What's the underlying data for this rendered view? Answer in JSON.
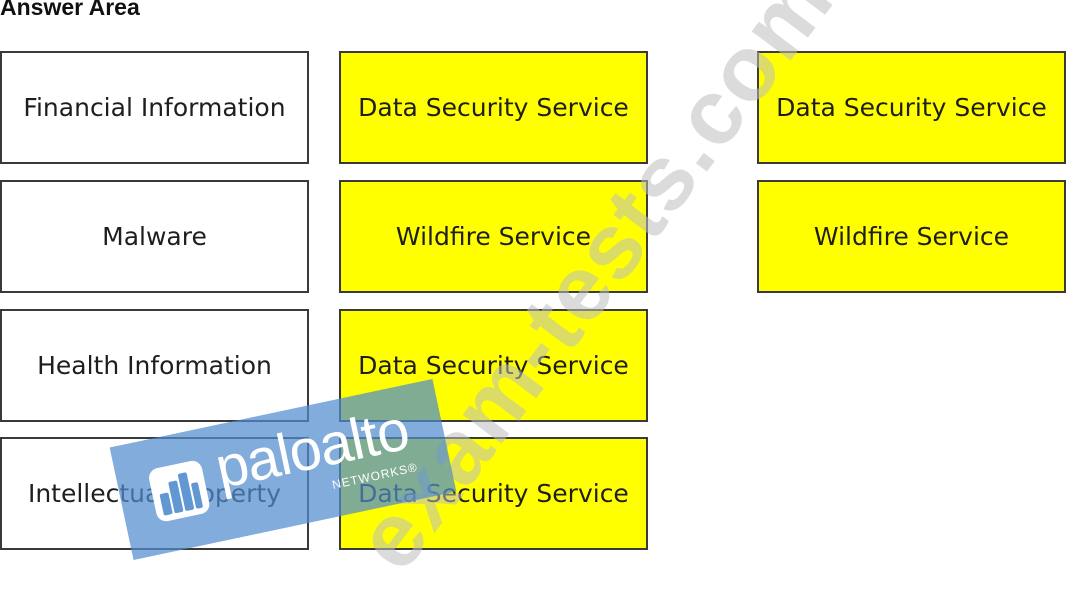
{
  "title": "Answer Area",
  "categories": [
    {
      "label": "Financial Information"
    },
    {
      "label": "Malware"
    },
    {
      "label": "Health Information"
    },
    {
      "label": "Intellectual Property"
    }
  ],
  "answers": [
    {
      "label": "Data Security Service"
    },
    {
      "label": "Wildfire Service"
    },
    {
      "label": "Data Security Service"
    },
    {
      "label": "Data Security Service"
    }
  ],
  "options": [
    {
      "label": "Data Security Service"
    },
    {
      "label": "Wildfire Service"
    }
  ],
  "watermark": {
    "text": "exam-tests.com",
    "logo_name": "paloalto",
    "logo_sub": "NETWORKS®",
    "logo_icon": "paloalto-logo-icon"
  },
  "colors": {
    "answer_fill": "#ffff00",
    "border": "#3a3a3a",
    "logo_blue": "#508ccd"
  }
}
